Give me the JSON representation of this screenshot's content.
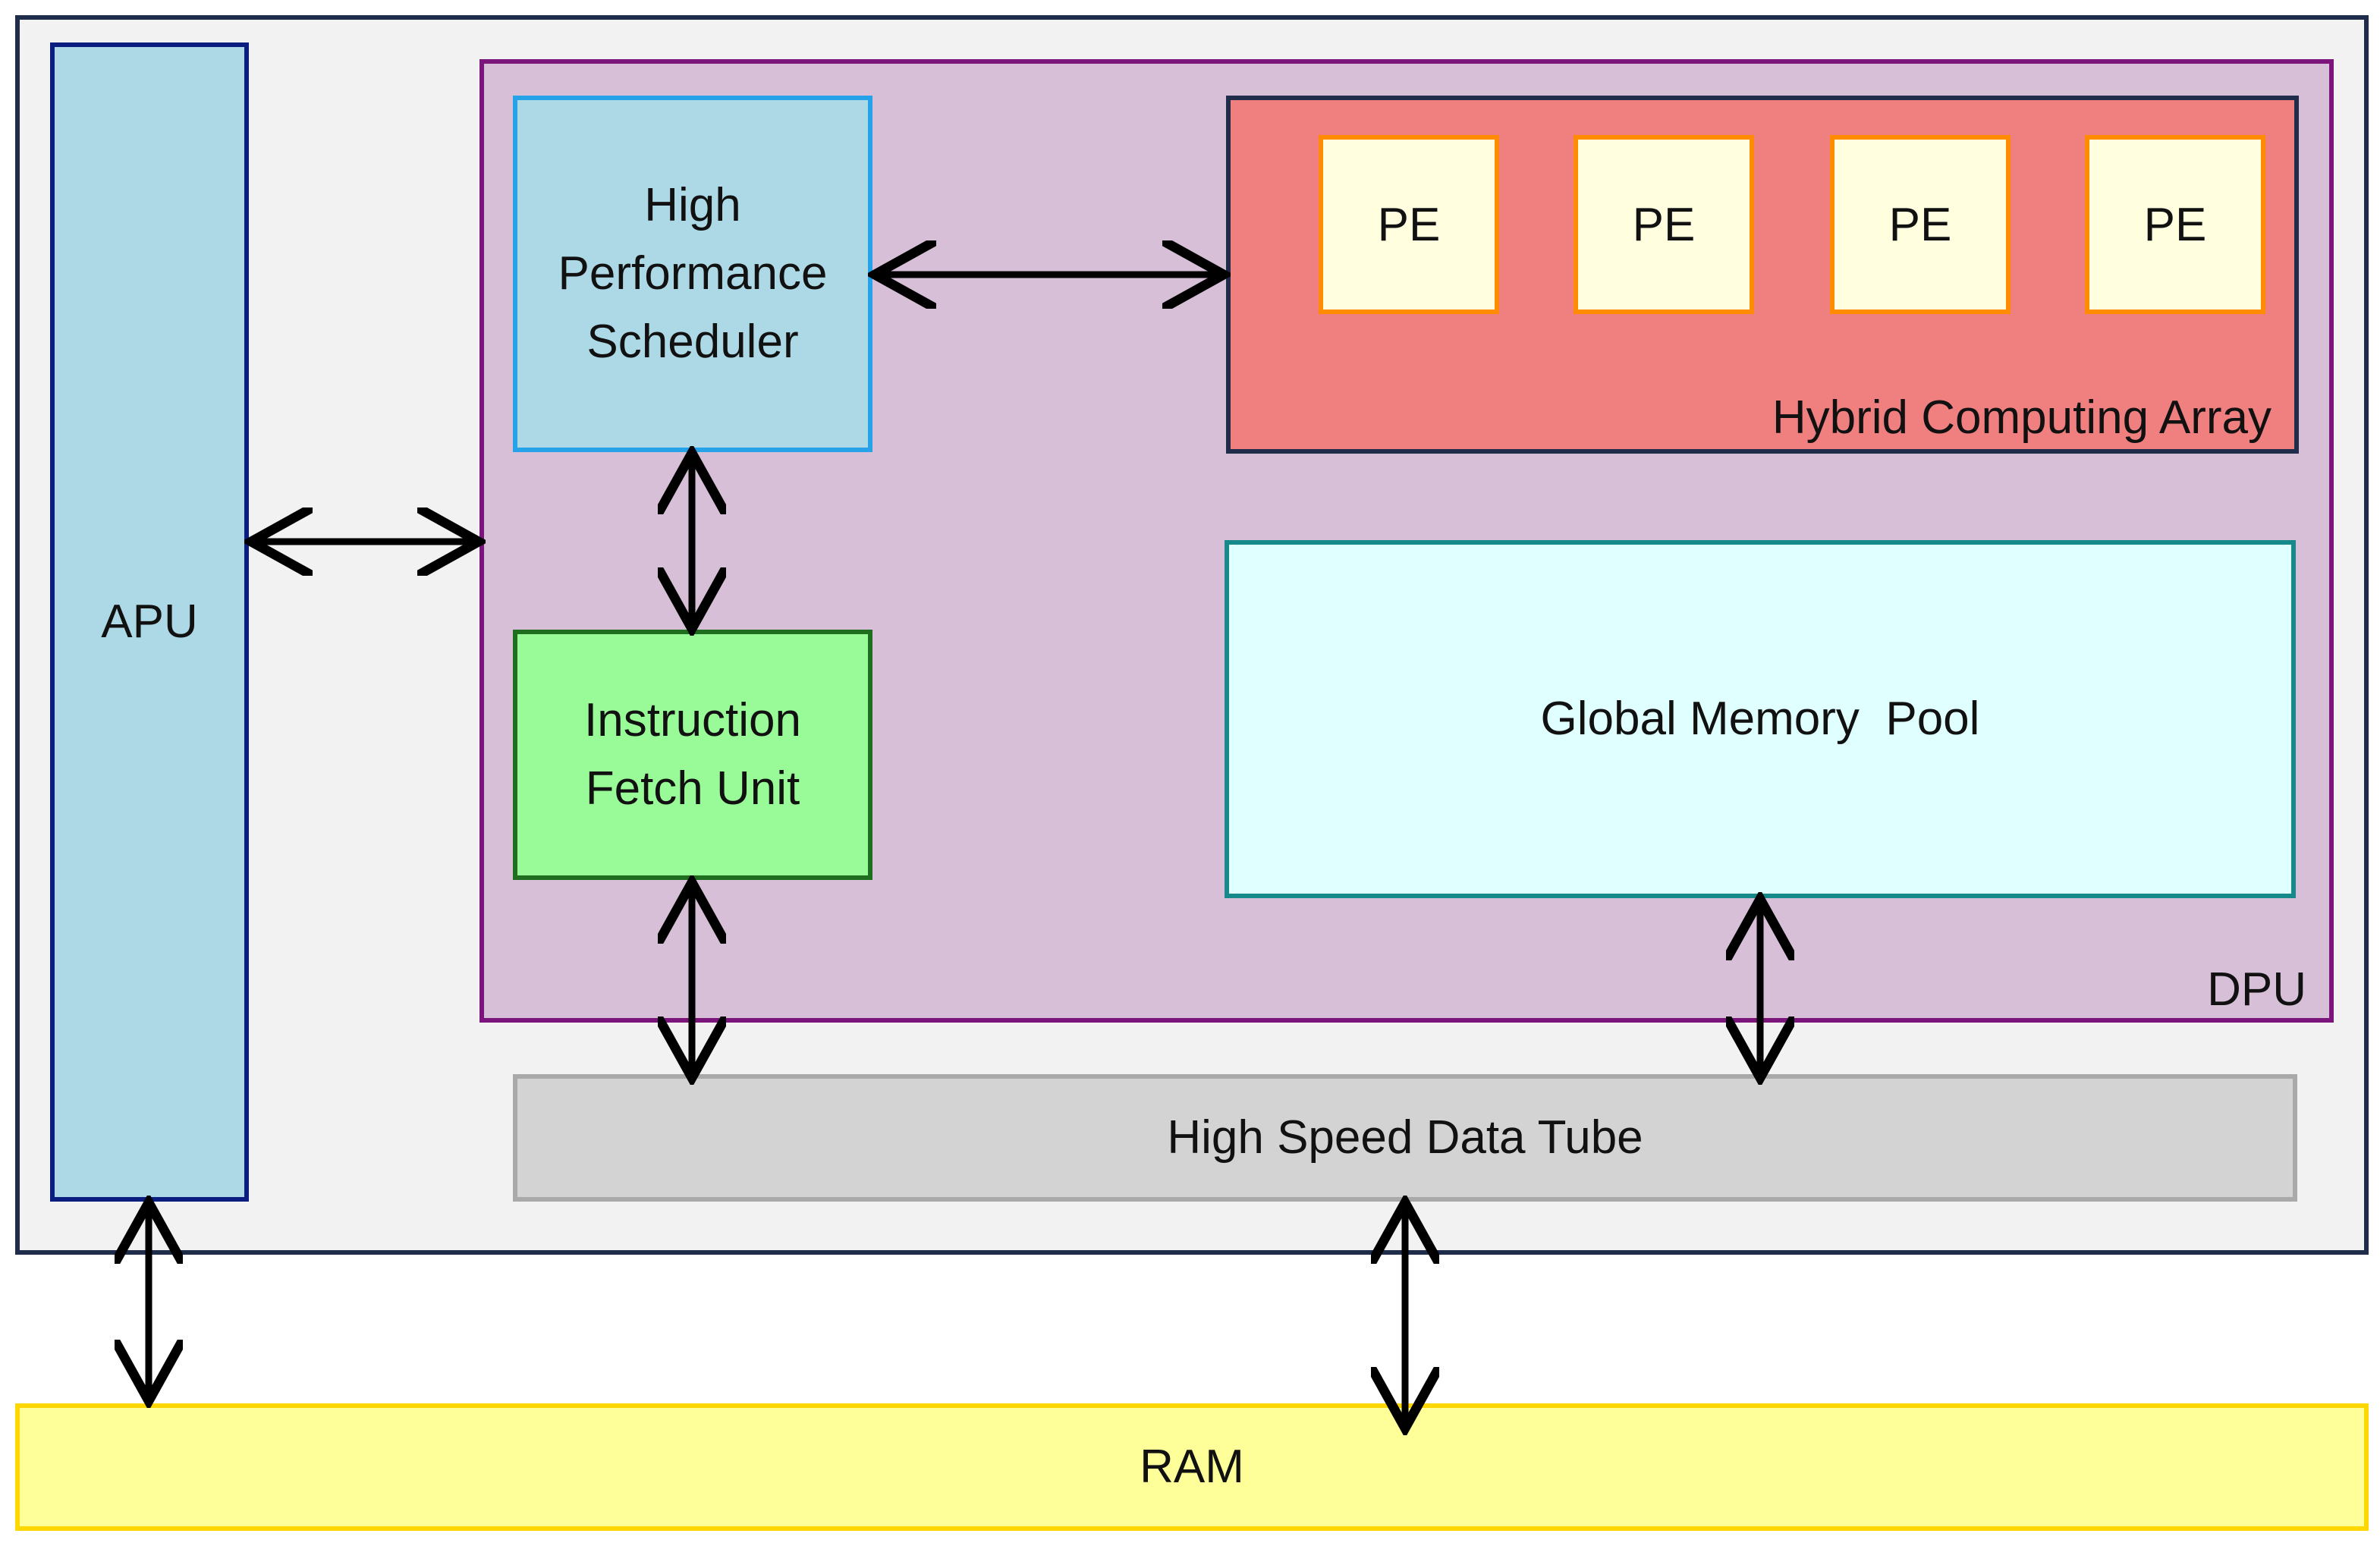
{
  "system": {
    "apu": "APU",
    "dpu": "DPU",
    "scheduler": "High\nPerformance\nScheduler",
    "instruction_fetch": "Instruction\nFetch Unit",
    "hybrid_array": {
      "label": "Hybrid Computing Array",
      "pes": [
        "PE",
        "PE",
        "PE",
        "PE"
      ]
    },
    "global_memory": "Global Memory  Pool",
    "data_tube": "High Speed Data Tube",
    "ram": "RAM"
  },
  "colors": {
    "apu_fill": "#add8e6",
    "dpu_fill": "#d8bfd8",
    "scheduler_fill": "#add8e6",
    "ifu_fill": "#98fb98",
    "hybrid_array_fill": "#f08080",
    "pe_fill": "#ffffe0",
    "pe_border": "#ff8c00",
    "global_memory_fill": "#e0ffff",
    "data_tube_fill": "#d3d3d3",
    "ram_fill": "#ffff99",
    "ram_border": "#ffd700"
  },
  "connections": [
    {
      "from": "apu",
      "to": "dpu",
      "direction": "bidirectional"
    },
    {
      "from": "scheduler",
      "to": "hybrid_array",
      "direction": "bidirectional"
    },
    {
      "from": "scheduler",
      "to": "instruction_fetch",
      "direction": "bidirectional"
    },
    {
      "from": "instruction_fetch",
      "to": "data_tube",
      "direction": "bidirectional"
    },
    {
      "from": "global_memory",
      "to": "data_tube",
      "direction": "bidirectional"
    },
    {
      "from": "apu",
      "to": "ram",
      "direction": "bidirectional"
    },
    {
      "from": "data_tube",
      "to": "ram",
      "direction": "bidirectional"
    }
  ]
}
